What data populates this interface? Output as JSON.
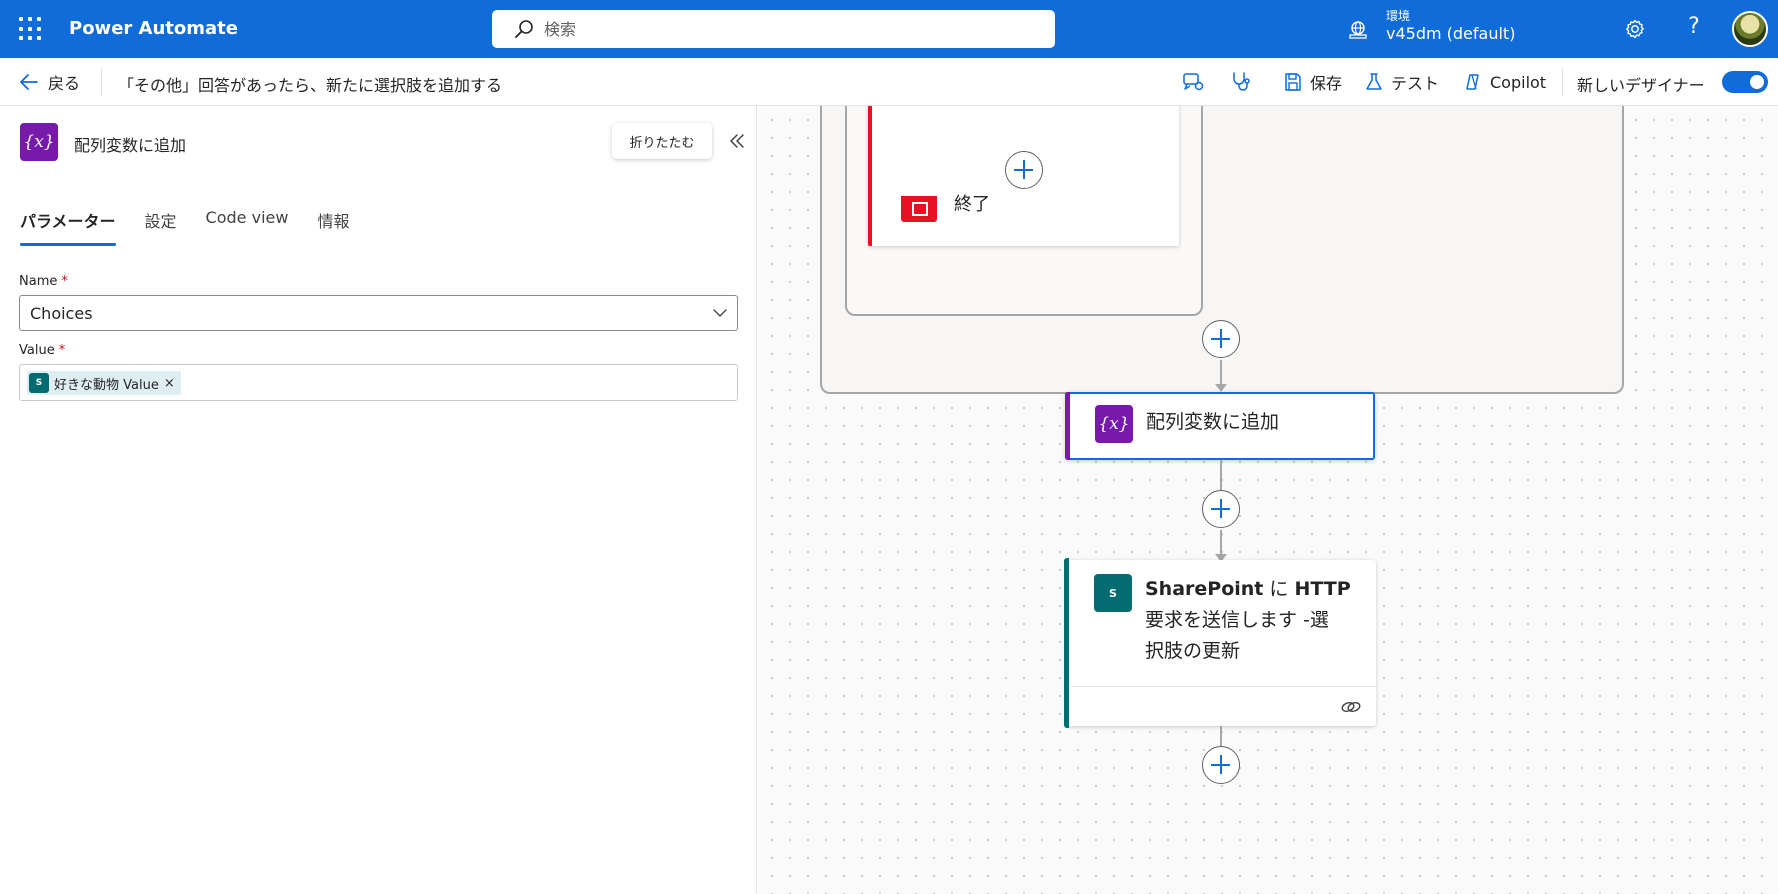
{
  "app": {
    "name": "Power Automate"
  },
  "search": {
    "placeholder": "検索"
  },
  "environment": {
    "label": "環境",
    "name": "v45dm (default)"
  },
  "commandbar": {
    "back_label": "戻る",
    "flow_title": "「その他」回答があったら、新たに選択肢を追加する",
    "save_label": "保存",
    "test_label": "テスト",
    "copilot_label": "Copilot",
    "new_designer_label": "新しいデザイナー",
    "new_designer_on": true
  },
  "panel": {
    "action_title": "配列変数に追加",
    "collapse_tooltip": "折りたたむ",
    "tabs": [
      {
        "label": "パラメーター",
        "active": true
      },
      {
        "label": "設定",
        "active": false
      },
      {
        "label": "Code view",
        "active": false
      },
      {
        "label": "情報",
        "active": false
      }
    ],
    "name_field": {
      "label": "Name",
      "required_mark": "*",
      "value": "Choices"
    },
    "value_field": {
      "label": "Value",
      "required_mark": "*",
      "token_label": "好きな動物 Value",
      "token_remove": "×"
    }
  },
  "canvas": {
    "terminate_card_text": "終了",
    "append_card_title": "配列変数に追加",
    "sharepoint_card_title_line1_bold_a": "SharePoint",
    "sharepoint_card_title_line1_mid": " に ",
    "sharepoint_card_title_line1_bold_b": "HTTP",
    "sharepoint_card_title_line2": "要求を送信します -選",
    "sharepoint_card_title_line3": "択肢の更新"
  },
  "colors": {
    "brand_blue": "#0f6cd8",
    "variable_purple": "#7719aa",
    "sharepoint_teal": "#036c70",
    "terminate_red": "#e81123"
  }
}
